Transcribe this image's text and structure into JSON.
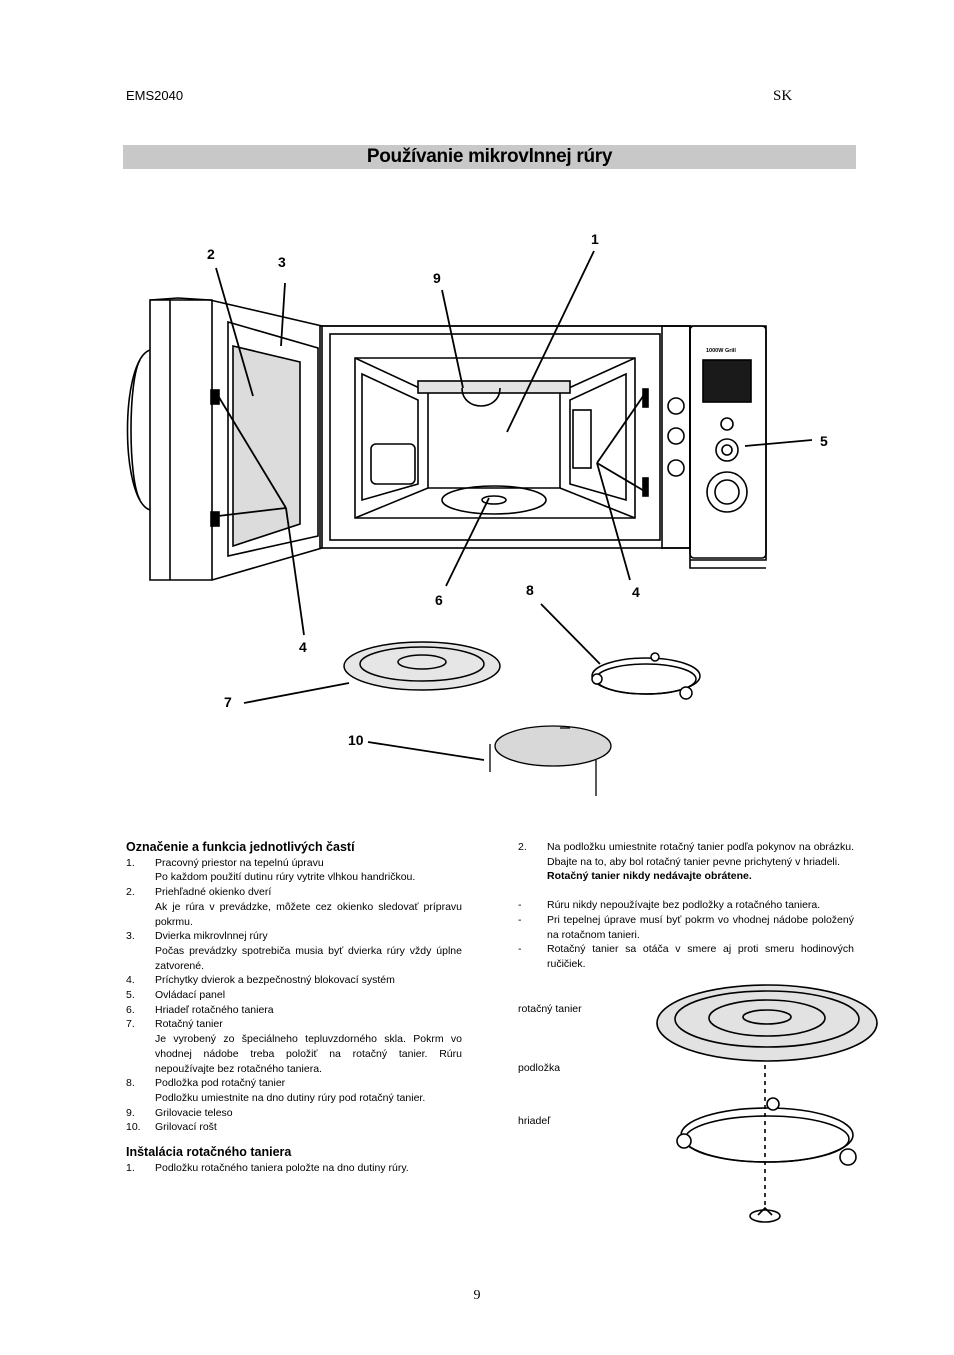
{
  "header": {
    "model": "EMS2040",
    "lang": "SK"
  },
  "title": "Používanie mikrovlnnej rúry",
  "callouts": {
    "c1": "1",
    "c2": "2",
    "c3": "3",
    "c4a": "4",
    "c4b": "4",
    "c5": "5",
    "c6": "6",
    "c7": "7",
    "c8": "8",
    "c9": "9",
    "c10": "10"
  },
  "panel_label": "1000W Grill",
  "parts": {
    "heading": "Označenie a funkcia jednotlivých častí",
    "items": [
      {
        "n": "1.",
        "t": "Pracovný priestor na tepelnú úpravu",
        "d": "Po každom použití dutinu rúry vytrite vlhkou handričkou."
      },
      {
        "n": "2.",
        "t": "Priehľadné okienko dverí",
        "d": "Ak je rúra v prevádzke, môžete cez okienko sledovať prípravu pokrmu."
      },
      {
        "n": "3.",
        "t": "Dvierka mikrovlnnej rúry",
        "d": "Počas prevádzky spotrebiča musia byť dvierka rúry vždy úplne zatvorené."
      },
      {
        "n": "4.",
        "t": "Príchytky dvierok a bezpečnostný blokovací systém",
        "d": ""
      },
      {
        "n": "5.",
        "t": "Ovládací panel",
        "d": ""
      },
      {
        "n": "6.",
        "t": "Hriadeľ rotačného taniera",
        "d": ""
      },
      {
        "n": "7.",
        "t": "Rotačný tanier",
        "d": "Je vyrobený zo špeciálneho tepluvzdorného skla. Pokrm vo vhodnej nádobe treba položiť na rotačný tanier. Rúru nepoužívajte bez rotačného taniera."
      },
      {
        "n": "8.",
        "t": "Podložka pod rotačný tanier",
        "d": "Podložku umiestnite na dno dutiny rúry pod rotačný tanier."
      },
      {
        "n": "9.",
        "t": "Grilovacie teleso",
        "d": ""
      },
      {
        "n": "10.",
        "t": "Grilovací rošt",
        "d": ""
      }
    ]
  },
  "install": {
    "heading": "Inštalácia rotačného taniera",
    "step1_n": "1.",
    "step1": "Podložku rotačného taniera položte na dno dutiny rúry.",
    "step2_n": "2.",
    "step2": "Na podložku umiestnite rotačný tanier podľa pokynov na obrázku. Dbajte na to, aby bol rotačný tanier pevne prichytený v hriadeli.",
    "step2_bold": "Rotačný tanier nikdy nedávajte obrátene.",
    "bullets": [
      {
        "d": "-",
        "t": "Rúru nikdy nepoužívajte bez podložky a rotačného taniera."
      },
      {
        "d": "-",
        "t": "Pri tepelnej úprave musí byť pokrm vo vhodnej nádobe položený na rotačnom tanieri."
      },
      {
        "d": "-",
        "t": "Rotačný tanier sa otáča v smere aj proti smeru hodinových ručičiek."
      }
    ]
  },
  "assembly_labels": {
    "plate": "rotačný tanier",
    "ring": "podložka",
    "shaft": "hriadeľ"
  },
  "page_number": "9"
}
